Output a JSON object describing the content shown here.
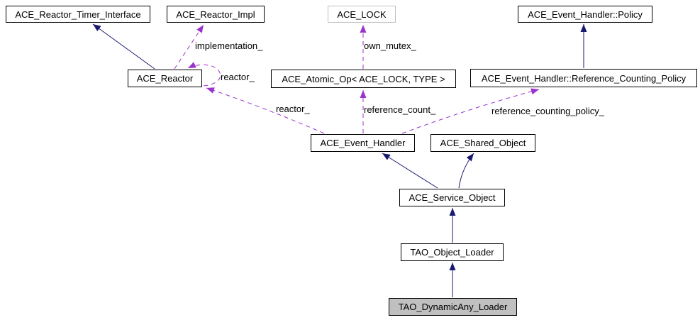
{
  "diagram": {
    "type": "class-collaboration-graph",
    "colors": {
      "background": "#ffffff",
      "inheritance_edge": "#191970",
      "usage_edge": "#9a32cd",
      "node_border": "#000000",
      "node_fill": "#ffffff",
      "external_node_border": "#c0c0c0",
      "highlight_node_fill": "#c0c0c0",
      "text": "#000000"
    },
    "nodes": [
      {
        "id": "ace-reactor-timer-interface",
        "label": "ACE_Reactor_Timer_Interface"
      },
      {
        "id": "ace-reactor-impl",
        "label": "ACE_Reactor_Impl"
      },
      {
        "id": "ace-lock",
        "label": "ACE_LOCK"
      },
      {
        "id": "ace-event-handler-policy",
        "label": "ACE_Event_Handler::Policy"
      },
      {
        "id": "ace-reactor",
        "label": "ACE_Reactor"
      },
      {
        "id": "ace-atomic-op",
        "label": "ACE_Atomic_Op< ACE_LOCK, TYPE >"
      },
      {
        "id": "ace-reference-counting-policy",
        "label": "ACE_Event_Handler::Reference_Counting_Policy"
      },
      {
        "id": "ace-event-handler",
        "label": "ACE_Event_Handler"
      },
      {
        "id": "ace-shared-object",
        "label": "ACE_Shared_Object"
      },
      {
        "id": "ace-service-object",
        "label": "ACE_Service_Object"
      },
      {
        "id": "tao-object-loader",
        "label": "TAO_Object_Loader"
      },
      {
        "id": "tao-dynamicany-loader",
        "label": "TAO_DynamicAny_Loader"
      }
    ],
    "edge_labels": {
      "implementation": "implementation_",
      "own_mutex": "own_mutex_",
      "reactor_self": "reactor_",
      "reactor": "reactor_",
      "reference_count": "reference_count_",
      "reference_counting_policy": "reference_counting_policy_"
    }
  }
}
